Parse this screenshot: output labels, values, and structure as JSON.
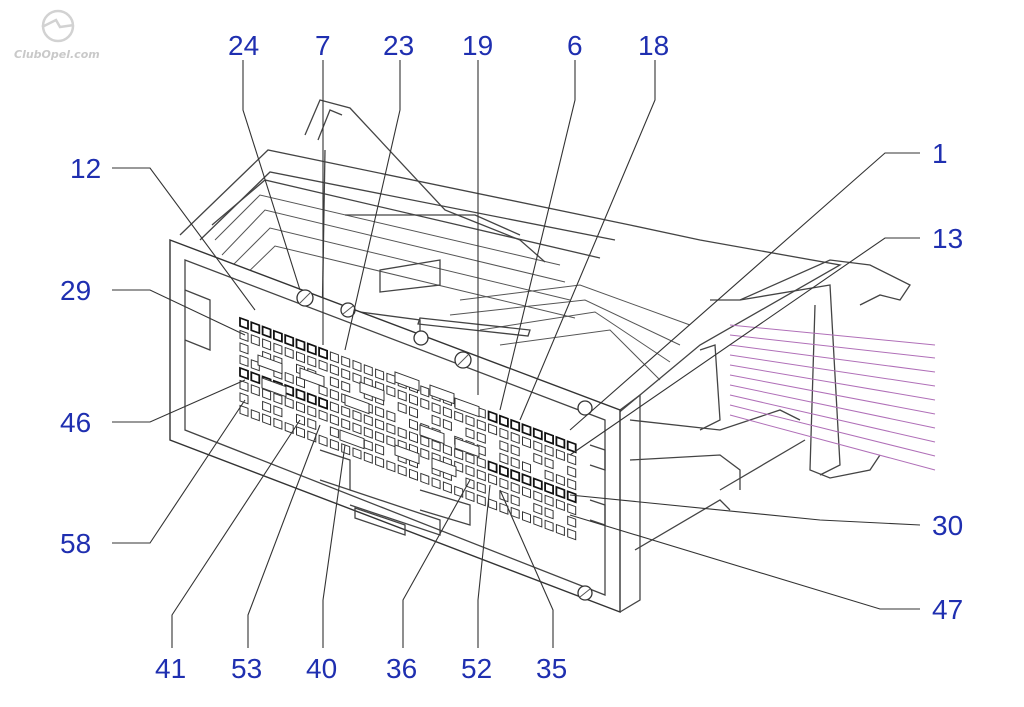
{
  "watermark": "ClubOpel.com",
  "labels": {
    "l24": "24",
    "l7": "7",
    "l23": "23",
    "l19": "19",
    "l6": "6",
    "l18": "18",
    "l12": "12",
    "l1": "1",
    "l13": "13",
    "l29": "29",
    "l46": "46",
    "l58": "58",
    "l30": "30",
    "l47": "47",
    "l41": "41",
    "l53": "53",
    "l40": "40",
    "l36": "36",
    "l52": "52",
    "l35": "35"
  }
}
